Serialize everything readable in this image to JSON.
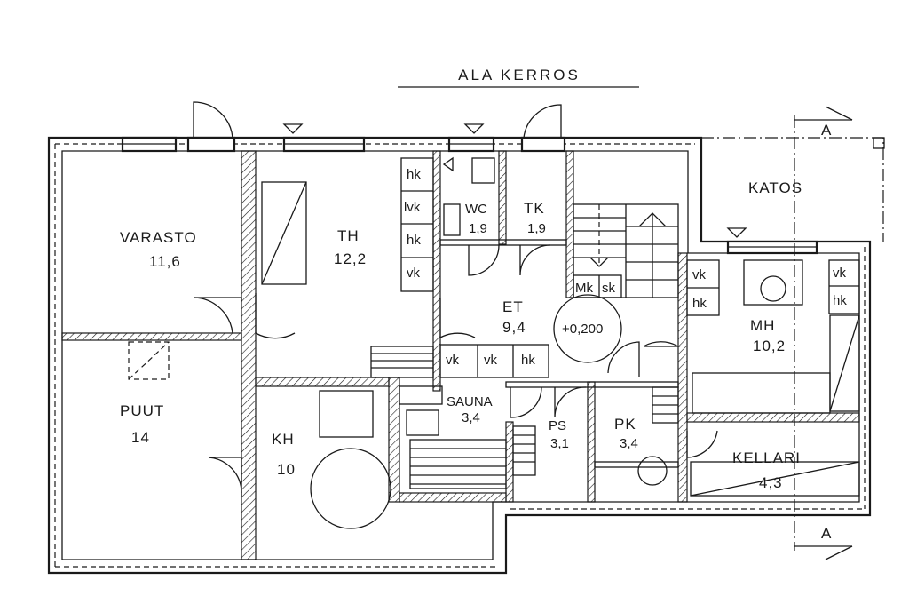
{
  "title": "ALA KERROS",
  "section_marker": "A",
  "rooms": {
    "varasto": {
      "name": "VARASTO",
      "area": "11,6"
    },
    "puut": {
      "name": "PUUT",
      "area": "14"
    },
    "th": {
      "name": "TH",
      "area": "12,2"
    },
    "kh": {
      "name": "KH",
      "area": "10"
    },
    "wc": {
      "name": "WC",
      "area": "1,9"
    },
    "tk": {
      "name": "TK",
      "area": "1,9"
    },
    "et": {
      "name": "ET",
      "area": "9,4"
    },
    "sauna": {
      "name": "SAUNA",
      "area": "3,4"
    },
    "ps": {
      "name": "PS",
      "area": "3,1"
    },
    "pk": {
      "name": "PK",
      "area": "3,4"
    },
    "mh": {
      "name": "MH",
      "area": "10,2"
    },
    "kellari": {
      "name": "KELLARI",
      "area": "4,3"
    },
    "katos": {
      "name": "KATOS"
    }
  },
  "level_mark": "+0,200",
  "fixtures": {
    "th_cabinets": [
      "hk",
      "lvk",
      "hk",
      "vk"
    ],
    "et_cabinets": [
      "vk",
      "vk",
      "hk"
    ],
    "mh_cabinets_left": [
      "vk",
      "hk"
    ],
    "mh_cabinets_right": [
      "vk",
      "hk"
    ],
    "mk": "Mk",
    "sk": "sk"
  }
}
